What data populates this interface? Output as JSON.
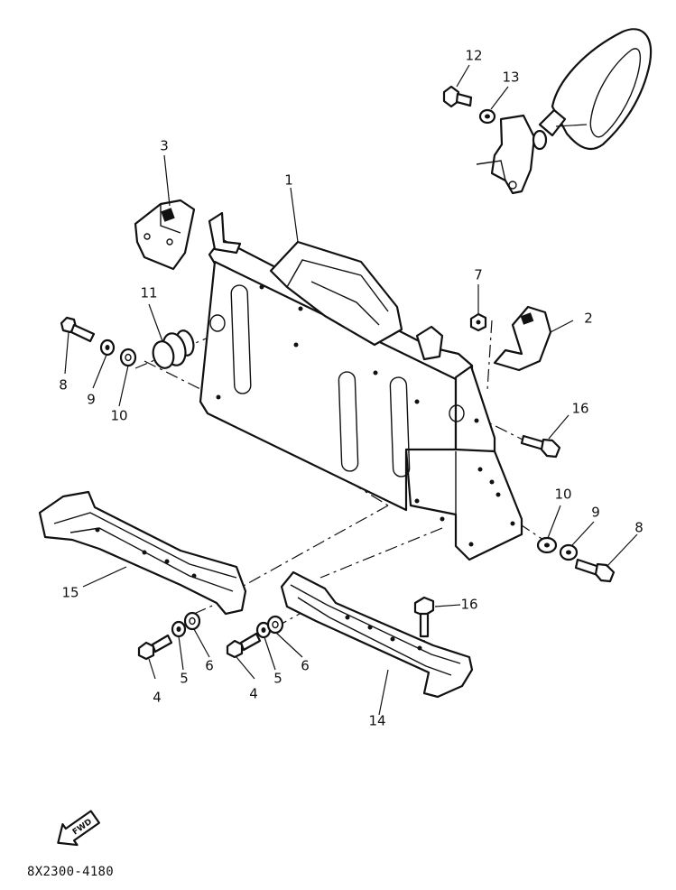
{
  "diagram": {
    "catalog_code": "8X2300-4180",
    "fwd_label": "FWD",
    "callouts": [
      "1",
      "2",
      "3",
      "4",
      "4",
      "5",
      "5",
      "6",
      "6",
      "7",
      "8",
      "8",
      "9",
      "9",
      "10",
      "10",
      "11",
      "12",
      "13",
      "14",
      "15",
      "16",
      "16"
    ]
  }
}
